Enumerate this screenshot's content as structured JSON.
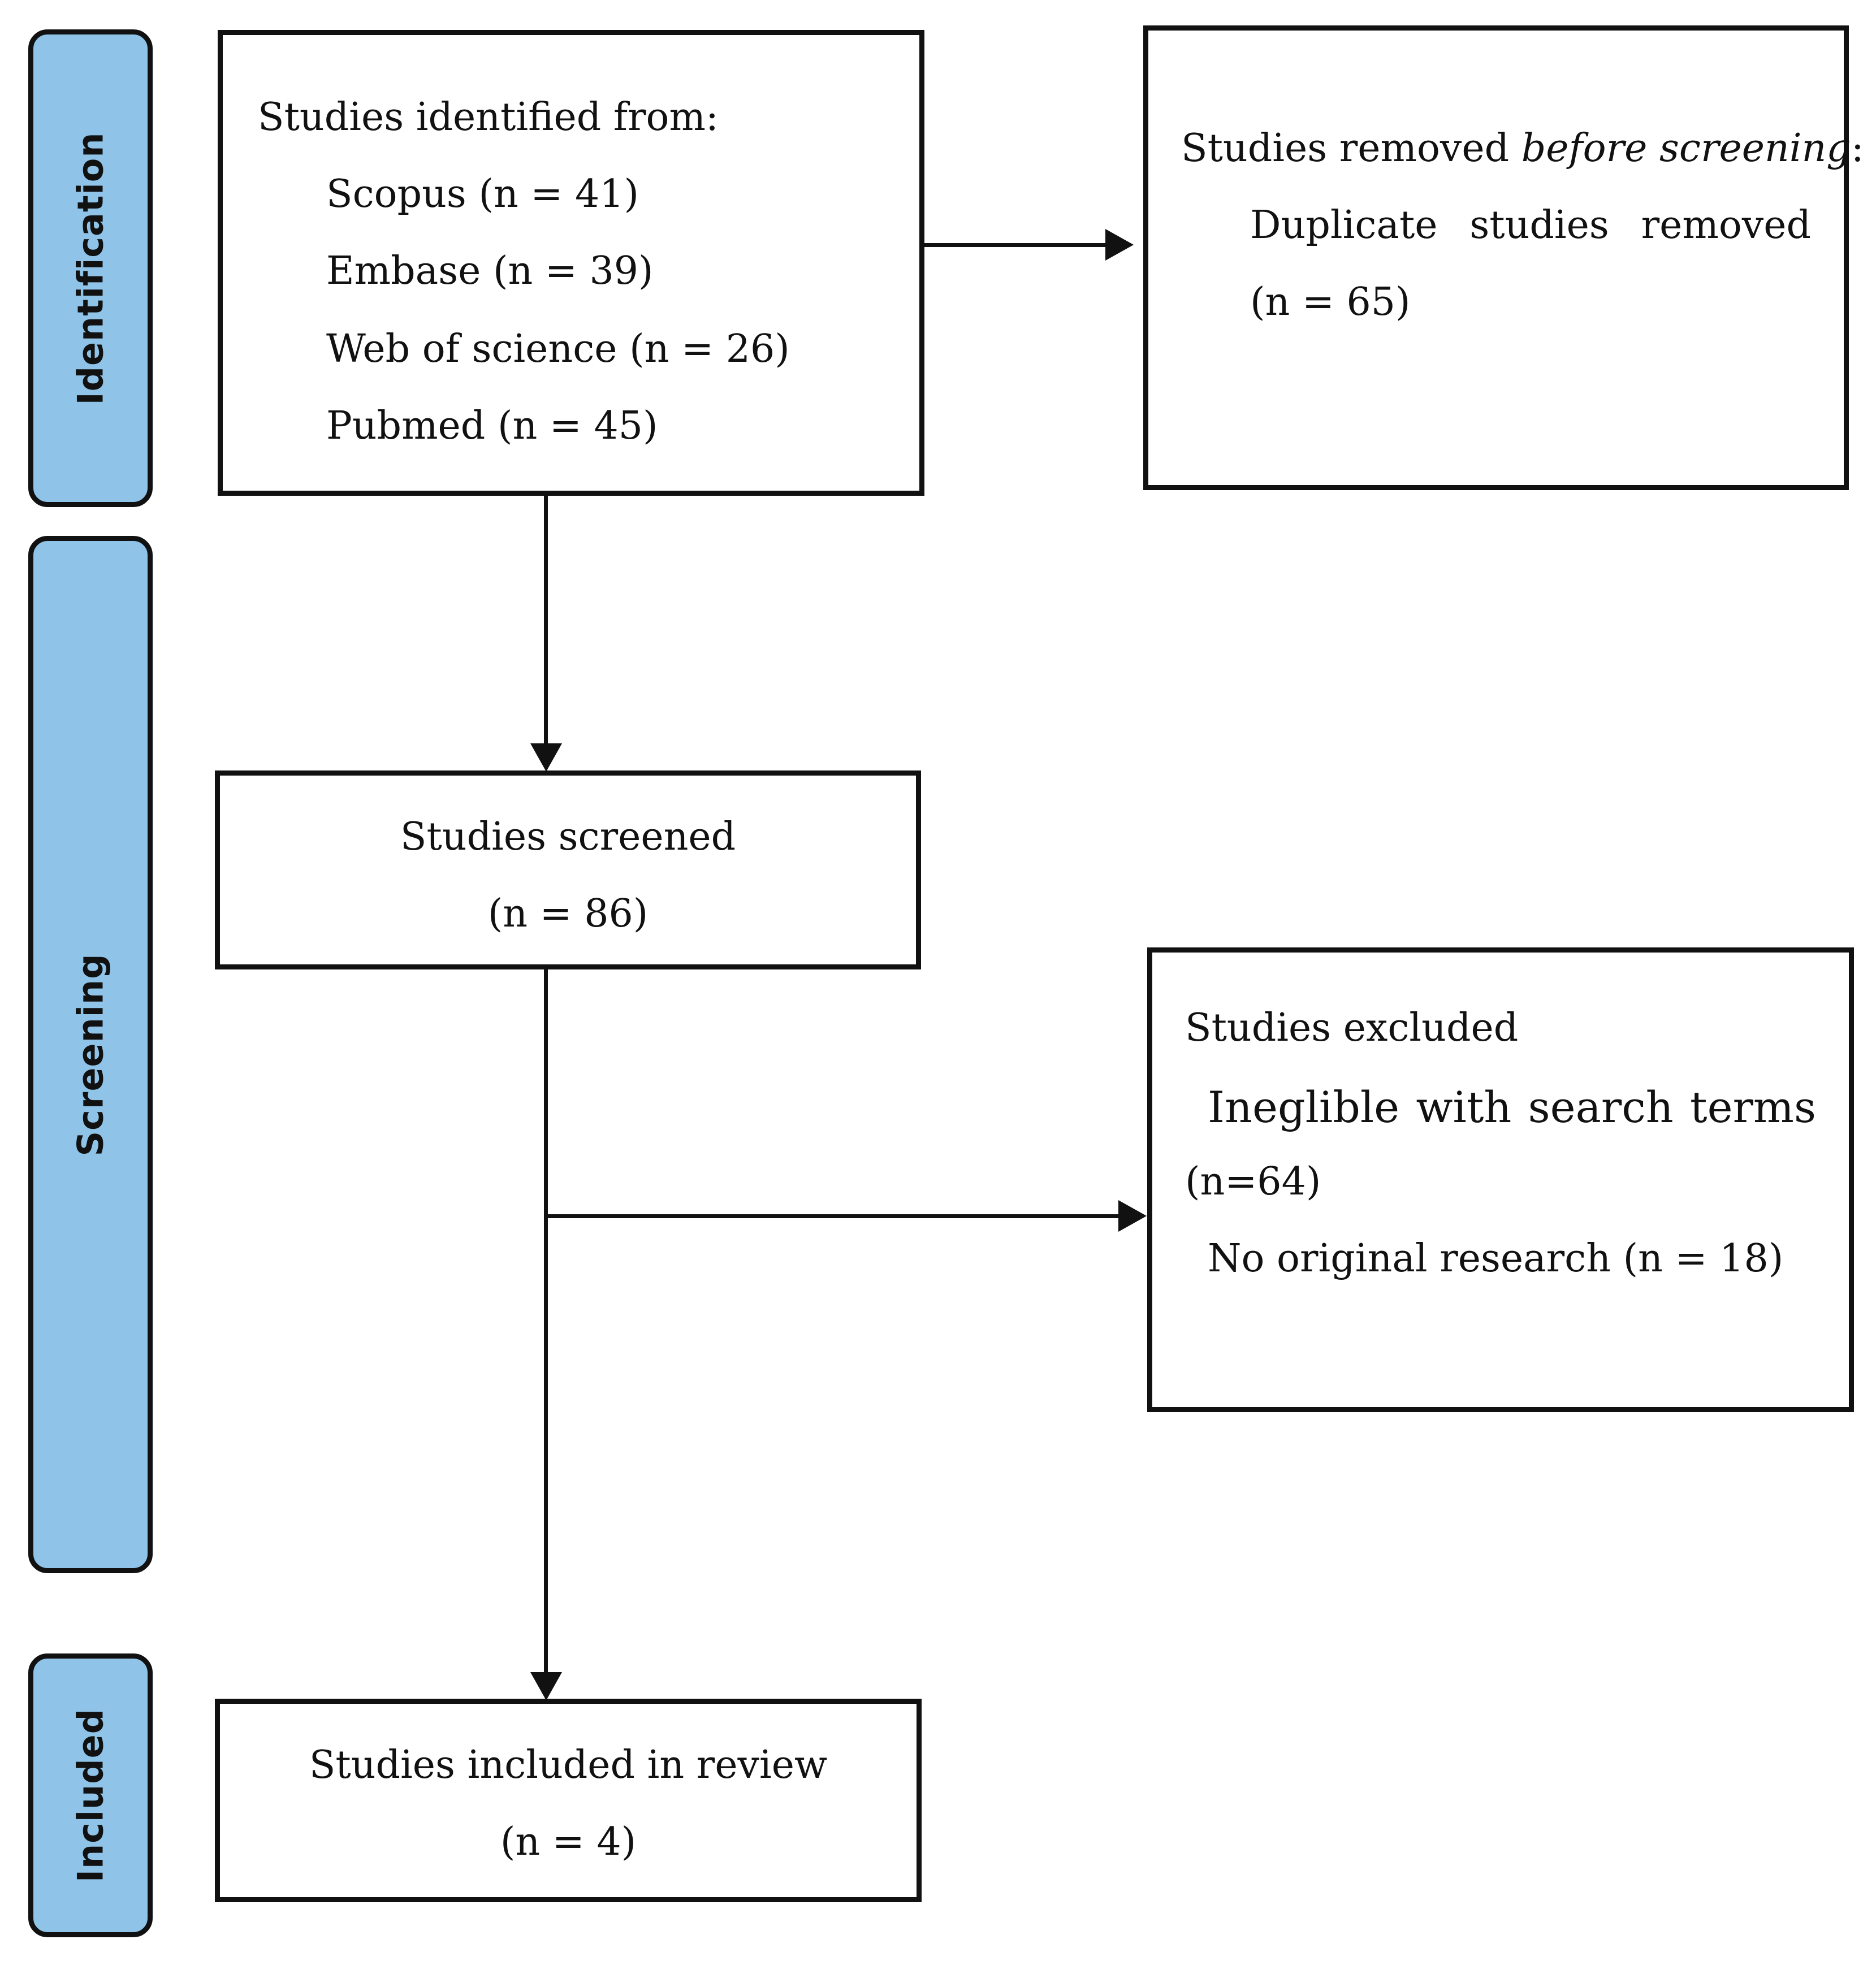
{
  "phases": {
    "identification": "Identification",
    "screening": "Screening",
    "included": "Included"
  },
  "identified": {
    "heading": "Studies identified from:",
    "sources": [
      "Scopus (n = 41)",
      "Embase (n = 39)",
      "Web of science (n = 26)",
      "Pubmed (n = 45)"
    ]
  },
  "removed": {
    "heading_prefix": "Studies removed ",
    "heading_italic": "before screening",
    "heading_suffix": ":",
    "line1_words": [
      "Duplicate",
      "studies",
      "removed"
    ],
    "line2": "(n = 65)"
  },
  "screened": {
    "title": "Studies screened",
    "count": "(n = 86)"
  },
  "excluded": {
    "heading": "Studies excluded",
    "line1_words": [
      "Ineglible",
      "with",
      "search",
      "terms"
    ],
    "line2": "(n=64)",
    "line3": "No original research (n = 18)"
  },
  "included": {
    "title": "Studies included in review",
    "count": "(n = 4)"
  },
  "colors": {
    "phase_fill": "#8fc4e8",
    "stroke": "#111111"
  }
}
